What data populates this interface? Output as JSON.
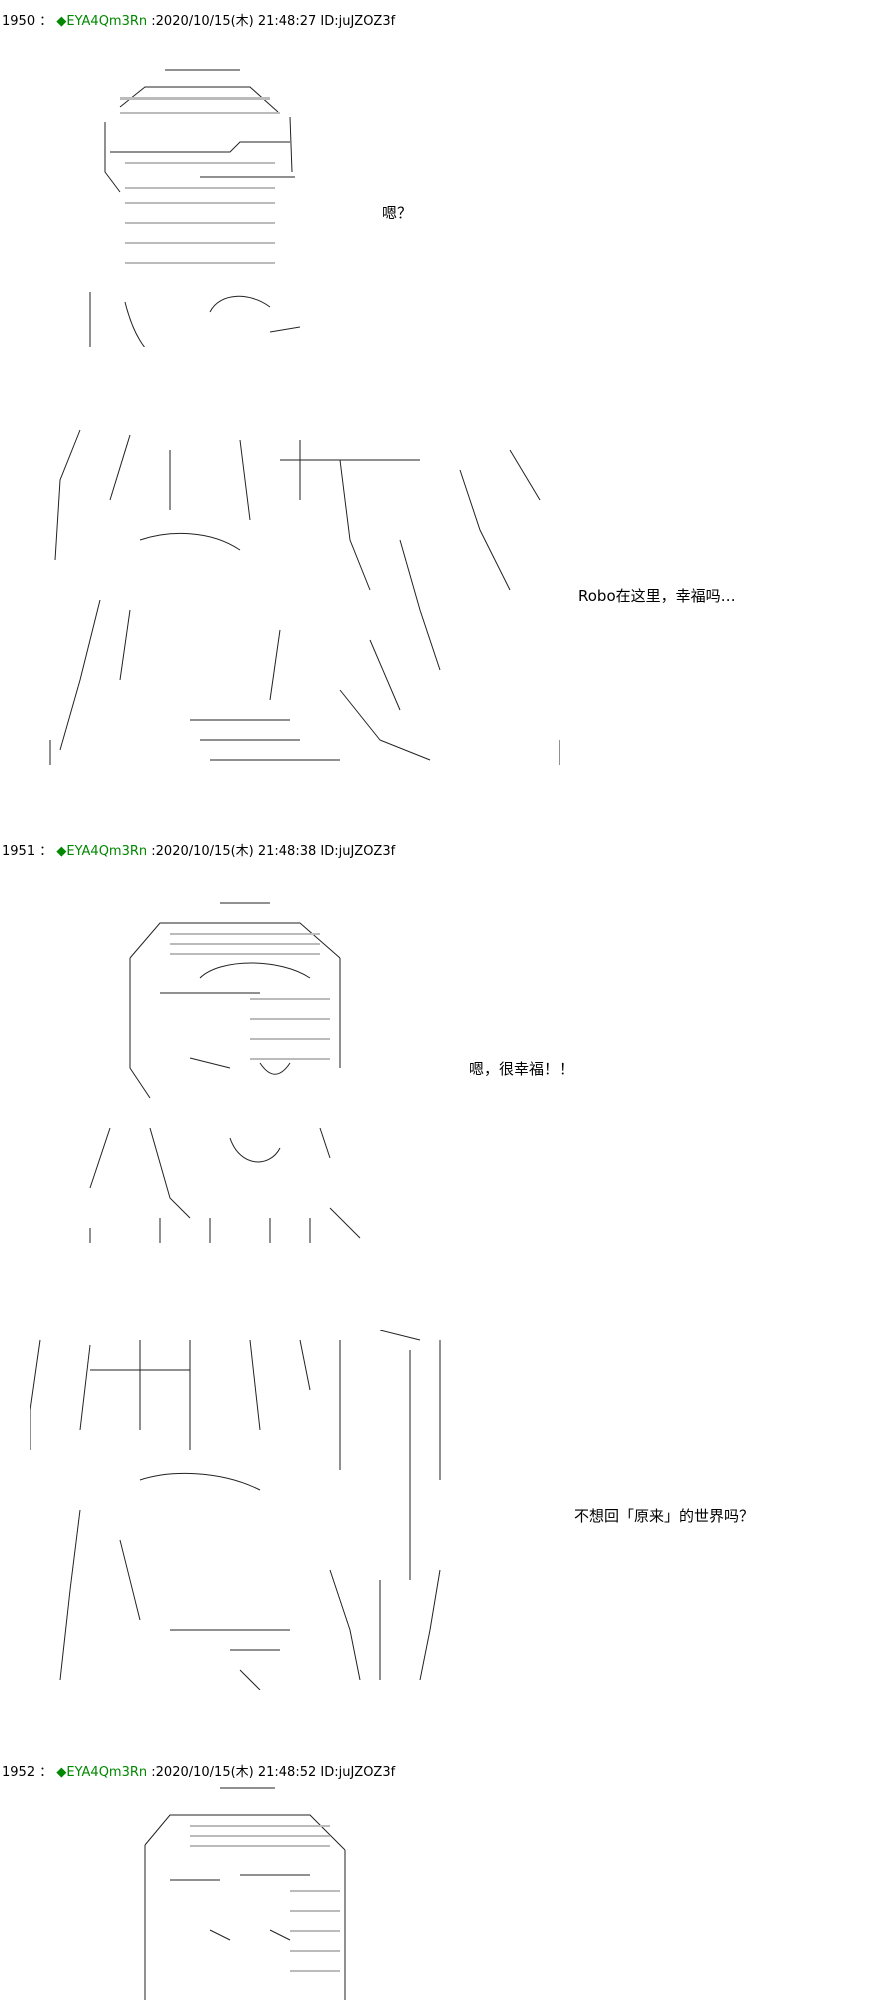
{
  "posts": [
    {
      "number": "1950",
      "separator": "：",
      "name": "◆EYA4Qm3Rn",
      "date": ":2020/10/15(木) 21:48:27 ID:juJZOZ3f",
      "dialogues": [
        "嗯？",
        "Robo在这里，幸福吗…"
      ]
    },
    {
      "number": "1951",
      "separator": "：",
      "name": "◆EYA4Qm3Rn",
      "date": ":2020/10/15(木) 21:48:38 ID:juJZOZ3f",
      "dialogues": [
        "嗯，很幸福！！",
        "不想回「原来」的世界吗？"
      ]
    },
    {
      "number": "1952",
      "separator": "：",
      "name": "◆EYA4Qm3Rn",
      "date": ":2020/10/15(木) 21:48:52 ID:juJZOZ3f",
      "dialogues": []
    }
  ],
  "icons": {
    "art_1": "ascii-art-character-with-helmet-hair",
    "art_2": "ascii-art-characters-scene",
    "art_3": "ascii-art-character-smiling",
    "art_4": "ascii-art-characters-scene-2",
    "art_5": "ascii-art-character-partial"
  }
}
